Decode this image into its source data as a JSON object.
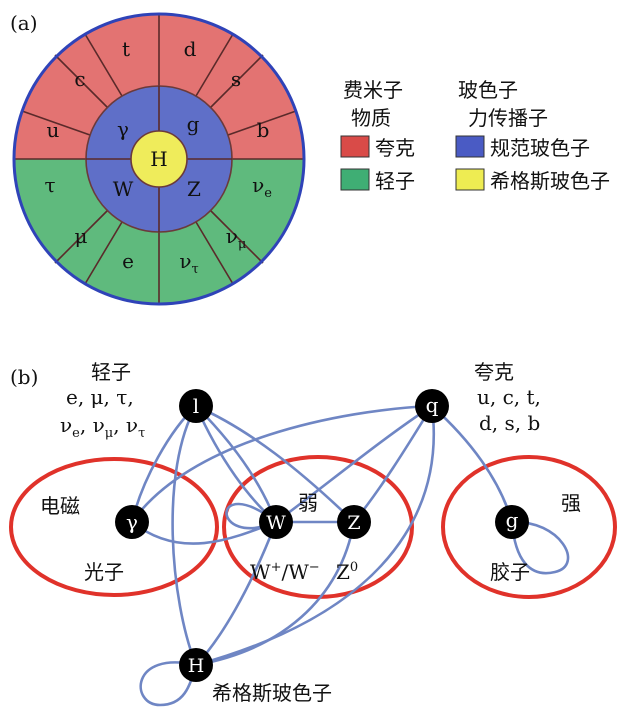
{
  "panel_a": {
    "tag": "(a)",
    "quarks": [
      "t",
      "d",
      "s",
      "b",
      "u",
      "c"
    ],
    "leptons": [
      "τ",
      "μ",
      "e"
    ],
    "neutrinos": [
      {
        "base": "ν",
        "sub": "e"
      },
      {
        "base": "ν",
        "sub": "μ"
      },
      {
        "base": "ν",
        "sub": "τ"
      }
    ],
    "gauge_bosons": [
      "γ",
      "g",
      "W",
      "Z"
    ],
    "higgs": "H",
    "legend": {
      "fermion_header": [
        "费米子",
        "物质"
      ],
      "boson_header": [
        "玻色子",
        "力传播子"
      ],
      "items": [
        {
          "label": "夸克",
          "color": "#d94b48"
        },
        {
          "label": "轻子",
          "color": "#3fae74"
        },
        {
          "label": "规范玻色子",
          "color": "#4a5bc4"
        },
        {
          "label": "希格斯玻色子",
          "color": "#eeec52"
        }
      ]
    },
    "colors": {
      "quark": "#e37372",
      "lepton": "#5fba7d",
      "gauge": "#5f6fc8",
      "higgs": "#efec5b",
      "border": "#2f43b8"
    }
  },
  "panel_b": {
    "tag": "(b)",
    "lepton_title": "轻子",
    "lepton_line1": "e, μ, τ,",
    "lepton_line2": [
      "ν",
      "e",
      ", ν",
      "μ",
      ", ν",
      "τ"
    ],
    "quark_title": "夸克",
    "quark_line1": "u, c, t,",
    "quark_line2": "d, s, b",
    "nodes": {
      "l": "l",
      "q": "q",
      "gamma": "γ",
      "W": "W",
      "Z": "Z",
      "g": "g",
      "H": "H"
    },
    "forces": {
      "em": "电磁",
      "weak": "弱",
      "strong": "强"
    },
    "particle_names": {
      "photon": "光子",
      "gluon": "胶子",
      "higgs": "希格斯玻色子"
    },
    "w_label": [
      "W",
      "+",
      "/W",
      "−"
    ],
    "z_label": [
      "Z",
      "0"
    ]
  }
}
